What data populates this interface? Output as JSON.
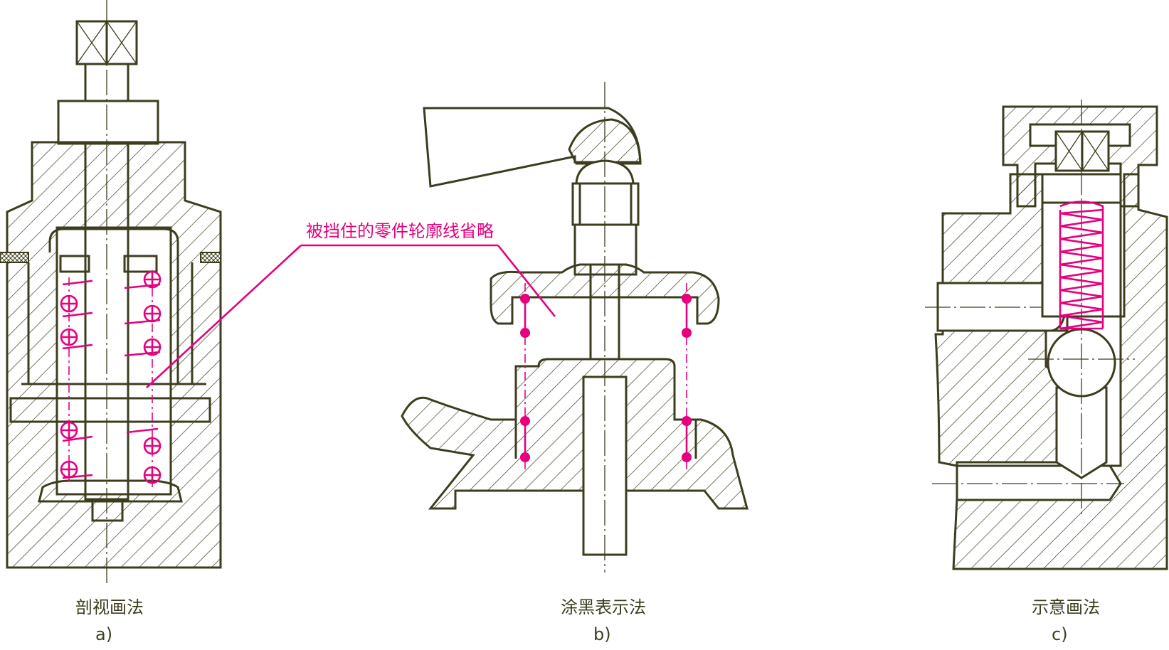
{
  "figure_a": {
    "caption": "剖视画法",
    "label": "a)"
  },
  "figure_b": {
    "caption": "涂黑表示法",
    "label": "b)"
  },
  "figure_c": {
    "caption": "示意画法",
    "label": "c)"
  },
  "annotation": {
    "text": "被挡住的零件轮廓线省略"
  },
  "colors": {
    "outline": "#3d3d1e",
    "spring": "#e6007e",
    "background": "#ffffff"
  }
}
